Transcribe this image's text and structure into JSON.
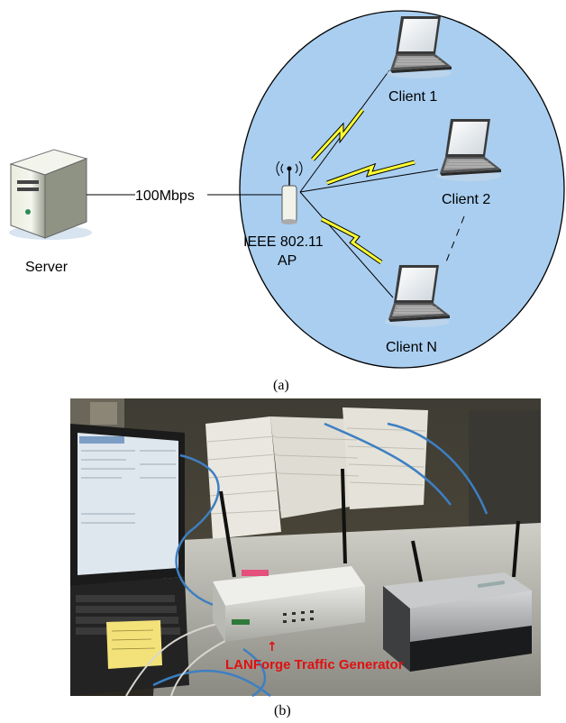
{
  "diagram_a": {
    "server_label": "Server",
    "link_label": "100Mbps",
    "ap_label_line1": "IEEE 802.11",
    "ap_label_line2": "AP",
    "clients": [
      {
        "label": "Client 1"
      },
      {
        "label": "Client 2"
      },
      {
        "label": "Client N"
      }
    ],
    "caption": "(a)"
  },
  "photo_b": {
    "annotation": "LANForge Traffic Generator",
    "caption": "(b)"
  },
  "colors": {
    "cell_fill": "#a9cef0",
    "lightning": "#ffff33",
    "annotation_red": "#e01010"
  }
}
